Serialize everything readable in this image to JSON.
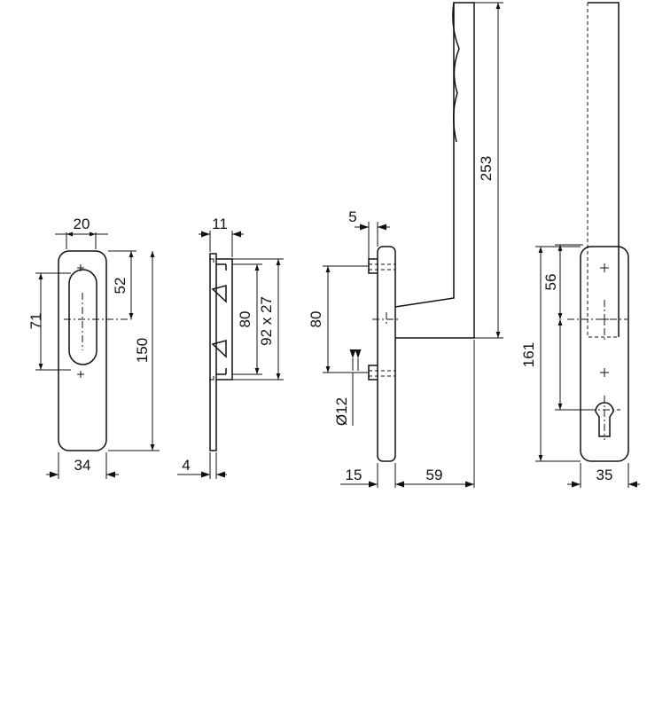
{
  "drawing": {
    "front_view": {
      "d_width_top": "20",
      "d_width_bottom": "34",
      "d_slot_height": "71",
      "d_offset": "52",
      "d_height": "150"
    },
    "plate_side_view": {
      "d_depth": "11",
      "d_thickness": "4",
      "d_inner": "80",
      "d_cutout": "92 x 27"
    },
    "handle_side_view": {
      "d_top": "5",
      "d_hole_spacing": "80",
      "d_diameter": "Ø12",
      "d_height": "253",
      "d_plate": "15",
      "d_projection": "59"
    },
    "back_view": {
      "d_offset": "56",
      "d_height": "161",
      "d_width": "35"
    }
  }
}
